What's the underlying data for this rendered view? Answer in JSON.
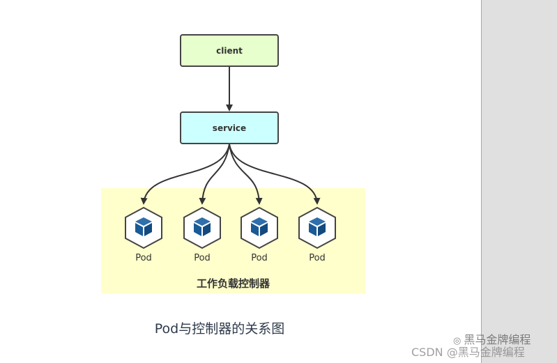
{
  "colors": {
    "client_fill": "#e6ffcc",
    "service_fill": "#ccffff",
    "group_fill": "#ffffcc",
    "cube": "#1a5a96",
    "panel": "#e0e0e0"
  },
  "diagram": {
    "client_label": "client",
    "service_label": "service",
    "pods": [
      {
        "label": "Pod",
        "icon": "kubernetes-pod-icon"
      },
      {
        "label": "Pod",
        "icon": "kubernetes-pod-icon"
      },
      {
        "label": "Pod",
        "icon": "kubernetes-pod-icon"
      },
      {
        "label": "Pod",
        "icon": "kubernetes-pod-icon"
      }
    ],
    "group_label": "工作负载控制器"
  },
  "caption": "Pod与控制器的关系图",
  "watermark": {
    "wechat_text": "黑马金牌编程",
    "csdn_text": "CSDN @黑马金牌编程"
  }
}
